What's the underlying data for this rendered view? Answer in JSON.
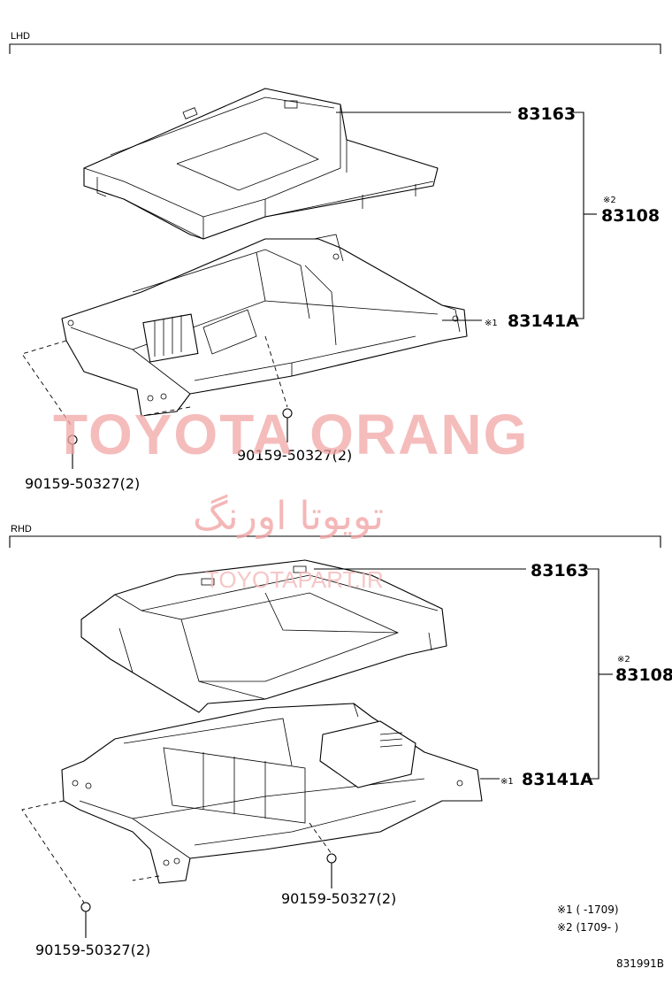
{
  "sections": {
    "lhd": {
      "label": "LHD",
      "cover_pn": "83163",
      "assy_mark": "※2",
      "assy_pn": "83108",
      "base_mark": "※1",
      "base_pn": "83141A",
      "screw_right": "90159-50327(2)",
      "screw_left": "90159-50327(2)"
    },
    "rhd": {
      "label": "RHD",
      "cover_pn": "83163",
      "assy_mark": "※2",
      "assy_pn": "83108",
      "base_mark": "※1",
      "base_pn": "83141A",
      "screw_right": "90159-50327(2)",
      "screw_left": "90159-50327(2)"
    }
  },
  "notes": {
    "note1": "※1 (      -1709)",
    "note2": "※2 (1709-      )"
  },
  "figure_id": "831991B",
  "watermark": {
    "brand": "TOYOTA ORANG",
    "brand_fa": "تویوتا اورنگ",
    "url": "TOYOTAPART.IR"
  },
  "colors": {
    "watermark": "#f2a6a6",
    "line": "#000000"
  }
}
